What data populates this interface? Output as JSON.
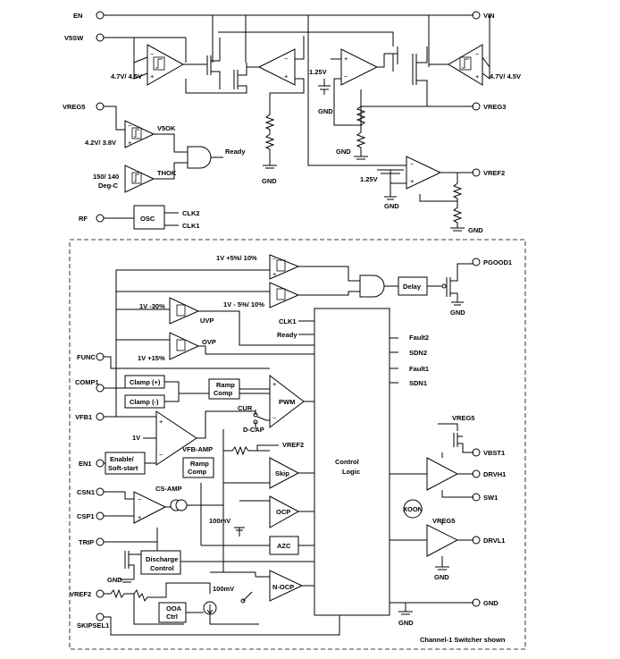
{
  "top": {
    "pins": {
      "en": "EN",
      "v5sw": "V5SW",
      "vreg5": "VREG5",
      "rf": "RF",
      "vin": "VIN",
      "vreg3": "VREG3",
      "vref2": "VREF2"
    },
    "labels": {
      "v5sw_threshold": "4.7V/ 4.5V",
      "vin_threshold": "4.7V/ 4.5V",
      "ref_1_25v": "1.25V",
      "gnd": "GND",
      "v5ok": "V5OK",
      "v5ok_threshold": "4.2V/ 3.8V",
      "thok": "THOK",
      "thok_threshold_line1": "150/ 140",
      "thok_threshold_line2": "Deg-C",
      "ready": "Ready",
      "osc": "OSC",
      "clk2": "CLK2",
      "clk1": "CLK1"
    }
  },
  "bottom": {
    "caption": "Channel-1 Switcher shown",
    "control_logic": {
      "line1": "Control",
      "line2": "Logic"
    },
    "pins": {
      "pgood1": "PGOOD1",
      "func": "FUNC",
      "comp1": "COMP1",
      "vfb1": "VFB1",
      "en1": "EN1",
      "csn1": "CSN1",
      "csp1": "CSP1",
      "trip": "TRIP",
      "vref2": "VREF2",
      "skipsel1": "SKIPSEL1",
      "vbst1": "VBST1",
      "drvh1": "DRVH1",
      "sw1": "SW1",
      "drvl1": "DRVL1",
      "gnd": "GND"
    },
    "labels": {
      "pgood_high": "1V +5%/ 10%",
      "pgood_low": "1V - 5%/ 10%",
      "delay": "Delay",
      "gnd": "GND",
      "uvp_threshold": "1V -30%",
      "uvp": "UVP",
      "ovp_threshold": "1V +15%",
      "ovp": "OVP",
      "clk1": "CLK1",
      "ready": "Ready",
      "fault2": "Fault2",
      "sdn2": "SDN2",
      "fault1": "Fault1",
      "sdn1": "SDN1",
      "clamp_plus": "Clamp (+)",
      "clamp_minus": "Clamp (-)",
      "ramp": "Ramp",
      "comp": "Comp",
      "pwm": "PWM",
      "cur": "CUR",
      "dcap": "D-CAP",
      "vfb_amp": "VFB-AMP",
      "ref_1v": "1V",
      "enable_line1": "Enable/",
      "enable_line2": "Soft-start",
      "vref2": "VREF2",
      "skip": "Skip",
      "cs_amp": "CS-AMP",
      "ocp": "OCP",
      "offset_100mv": "100mV",
      "azc": "AZC",
      "discharge": "Discharge",
      "control": "Control",
      "nocp": "N-OCP",
      "ooa": "OOA",
      "ctrl": "Ctrl",
      "vreg5": "VREG5",
      "xoon": "XOON"
    }
  }
}
